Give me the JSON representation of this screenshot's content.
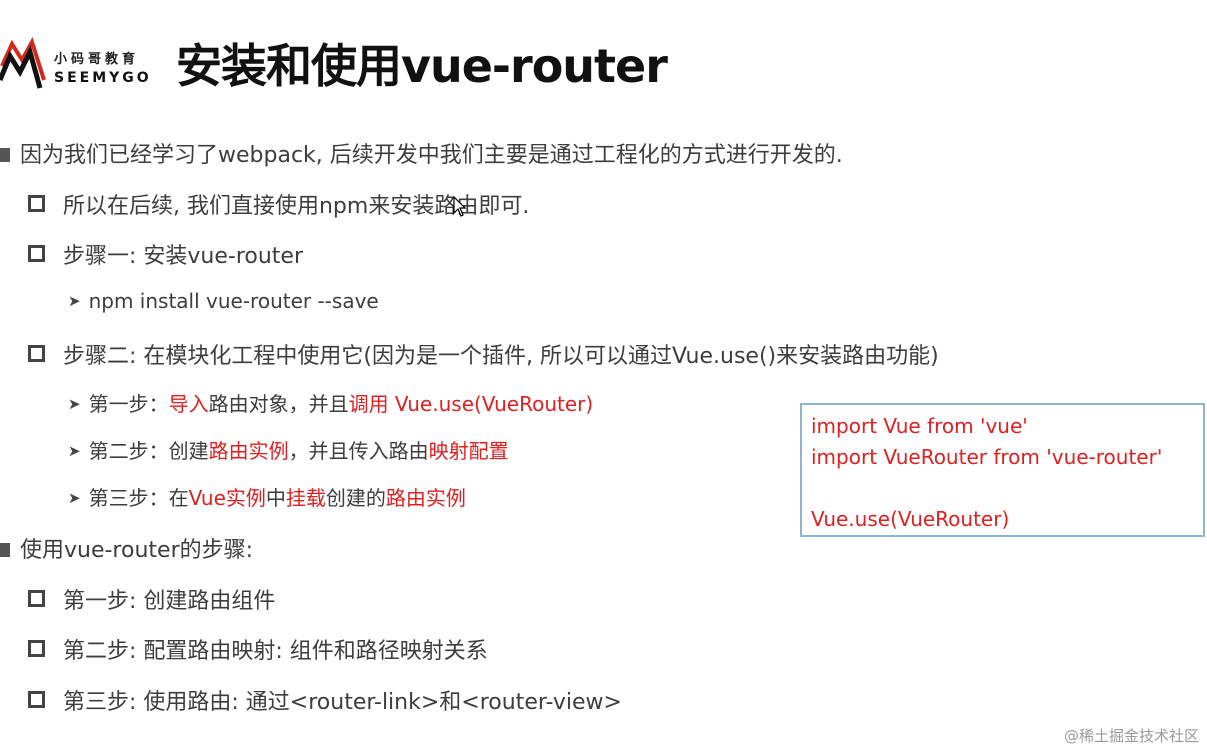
{
  "brand": {
    "logo_cn": "小码哥教育",
    "logo_en": "SEEMYGO",
    "colors": {
      "logo_red": "#d42a1e",
      "logo_black": "#111111"
    }
  },
  "slide": {
    "title": "安装和使用vue-router",
    "sections": [
      {
        "text": "因为我们已经学习了webpack, 后续开发中我们主要是通过工程化的方式进行开发的.",
        "items": [
          {
            "text": "所以在后续, 我们直接使用npm来安装路由即可."
          },
          {
            "text": "步骤一: 安装vue-router",
            "sub": [
              {
                "text": "npm install vue-router --save"
              }
            ]
          },
          {
            "text": "步骤二: 在模块化工程中使用它(因为是一个插件, 所以可以通过Vue.use()来安装路由功能)",
            "sub": [
              {
                "parts": [
                  "第一步：",
                  "导入",
                  "路由对象，并且",
                  "调用 Vue.use(VueRouter)"
                ]
              },
              {
                "parts": [
                  "第二步：创建",
                  "路由实例",
                  "，并且传入路由",
                  "映射配置"
                ]
              },
              {
                "parts": [
                  "第三步：在",
                  "Vue实例",
                  "中",
                  "挂载",
                  "创建的",
                  "路由实例"
                ]
              }
            ]
          }
        ]
      },
      {
        "text": "使用vue-router的步骤:",
        "items": [
          {
            "text": "第一步: 创建路由组件"
          },
          {
            "text": "第二步: 配置路由映射: 组件和路径映射关系"
          },
          {
            "text": "第三步: 使用路由: 通过<router-link>和<router-view>"
          }
        ]
      }
    ],
    "code_box": {
      "lines": [
        "import Vue from 'vue'",
        "import VueRouter from 'vue-router'",
        "",
        "Vue.use(VueRouter)"
      ],
      "border_color": "#8fb4d8",
      "text_color": "#e02020"
    },
    "highlight_color": "#e02020"
  },
  "watermark": "@稀土掘金技术社区",
  "icons": {
    "section_bullet": "filled-square-bullet",
    "item_bullet": "hollow-square-bullet",
    "sub_bullet": "arrowhead-bullet",
    "cursor": "mouse-pointer-icon"
  }
}
